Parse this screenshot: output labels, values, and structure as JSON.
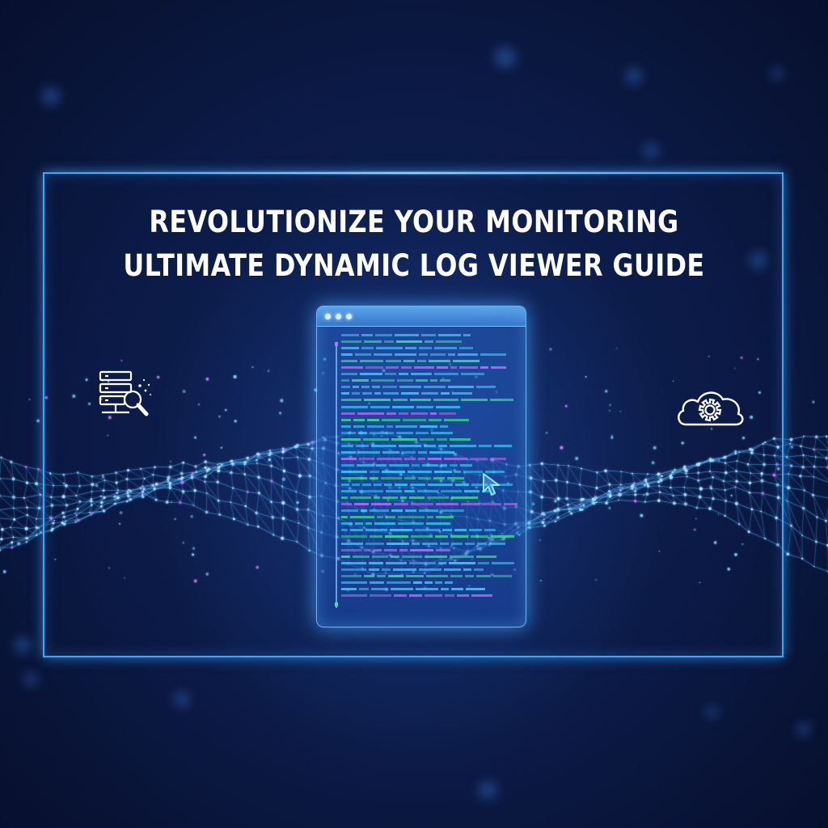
{
  "hero": {
    "title_line1": "REVOLUTIONIZE YOUR MONITORING",
    "title_line2": "ULTIMATE DYNAMIC LOG VIEWER GUIDE"
  },
  "icons": {
    "left": "server-search-icon",
    "right": "cloud-gear-icon",
    "pointer": "mouse-cursor-icon"
  },
  "log_window": {
    "titlebar_dots": 3,
    "line_colors": [
      "#37d3ff",
      "#3de88a",
      "#c56bff"
    ],
    "accent_colors": {
      "frame": "#3aa6ff",
      "text_cyan": "#37d3ff",
      "text_green": "#3de88a",
      "text_purple": "#c56bff"
    }
  },
  "colors": {
    "background_dark": "#070f2e",
    "background_mid": "#10245a",
    "title": "#ffffff",
    "wave": "#4fb7ff"
  }
}
